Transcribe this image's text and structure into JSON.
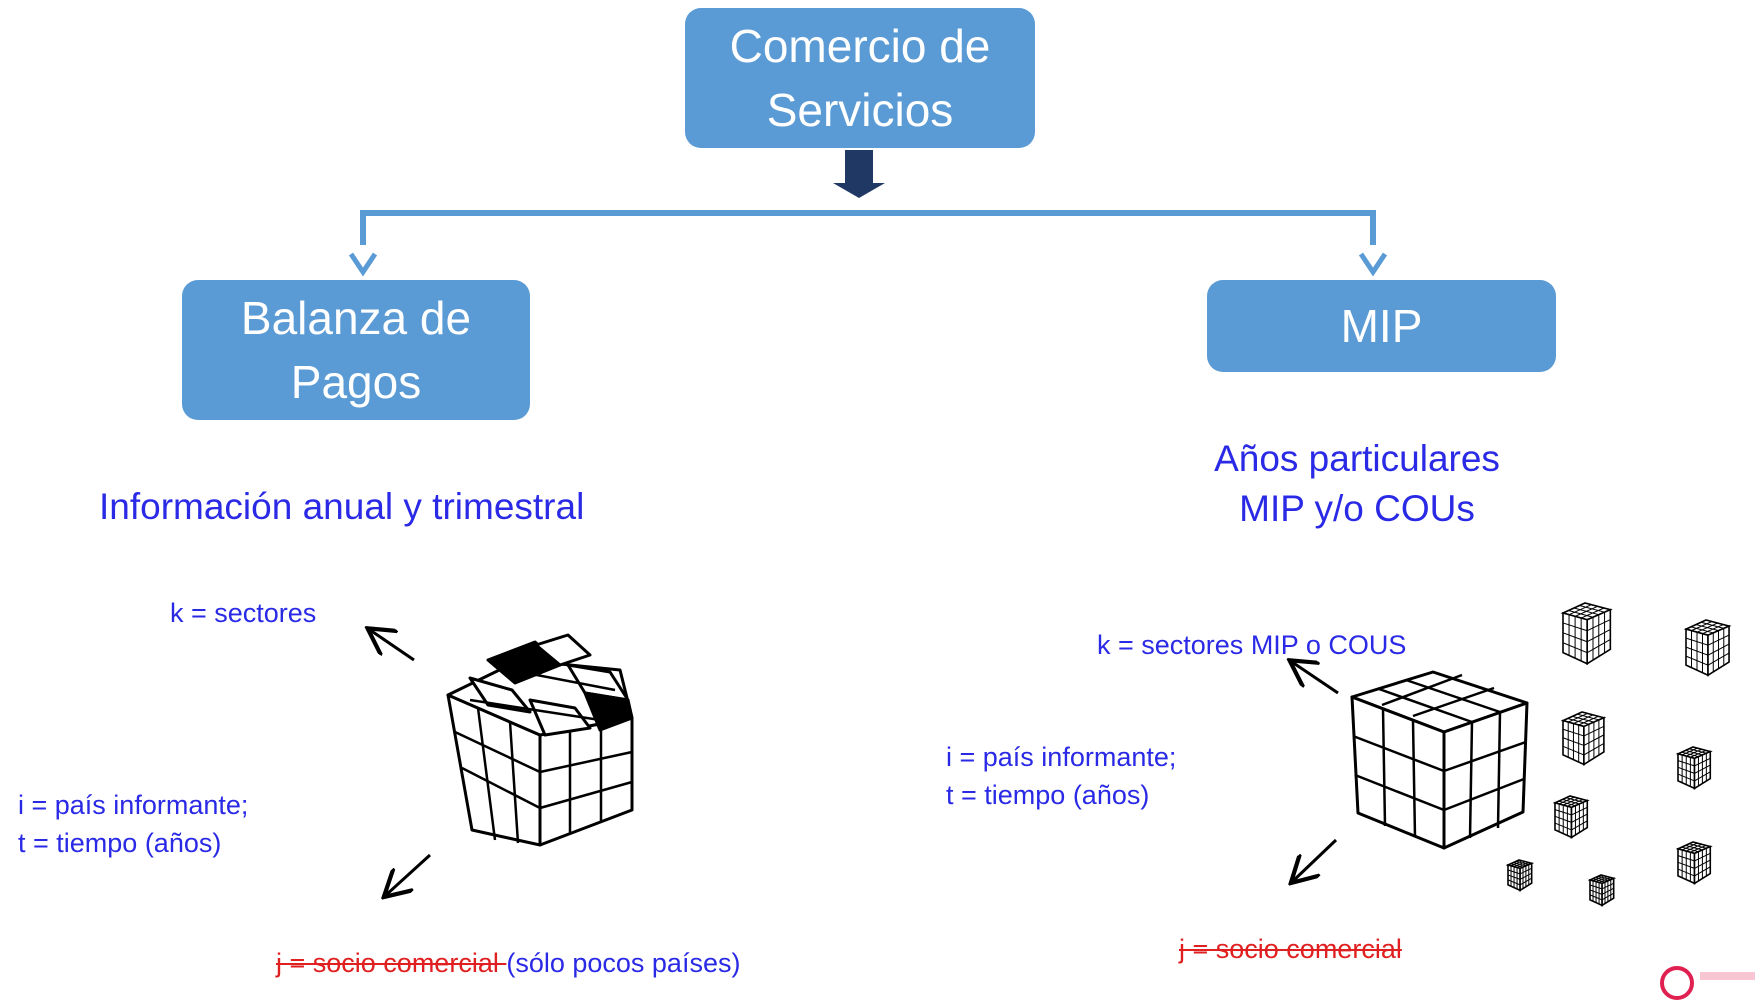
{
  "nodes": {
    "root": {
      "line1": "Comercio de",
      "line2": "Servicios"
    },
    "left": {
      "line1": "Balanza de",
      "line2": "Pagos"
    },
    "right": {
      "label": "MIP"
    }
  },
  "left_panel": {
    "subtitle": "Información anual y trimestral",
    "k_label": "k = sectores",
    "i_label": "i = país informante;",
    "t_label": "t = tiempo (años)",
    "j_label": "j = socio comercial ",
    "j_note": "(sólo pocos países)"
  },
  "right_panel": {
    "subtitle_line1": "Años particulares",
    "subtitle_line2": "MIP y/o COUs",
    "k_label": "k =  sectores MIP o COUS",
    "i_label": "i = país informante;",
    "t_label": "t = tiempo (años)",
    "j_label": "j = socio comercial"
  },
  "colors": {
    "box": "#5b9bd5",
    "connector": "#5b9bd5",
    "main_arrow": "#1f3864",
    "text": "#2a2ae6",
    "strike": "#e02020"
  },
  "icons": [
    "rubiks-cube-icon",
    "cube-icon"
  ]
}
